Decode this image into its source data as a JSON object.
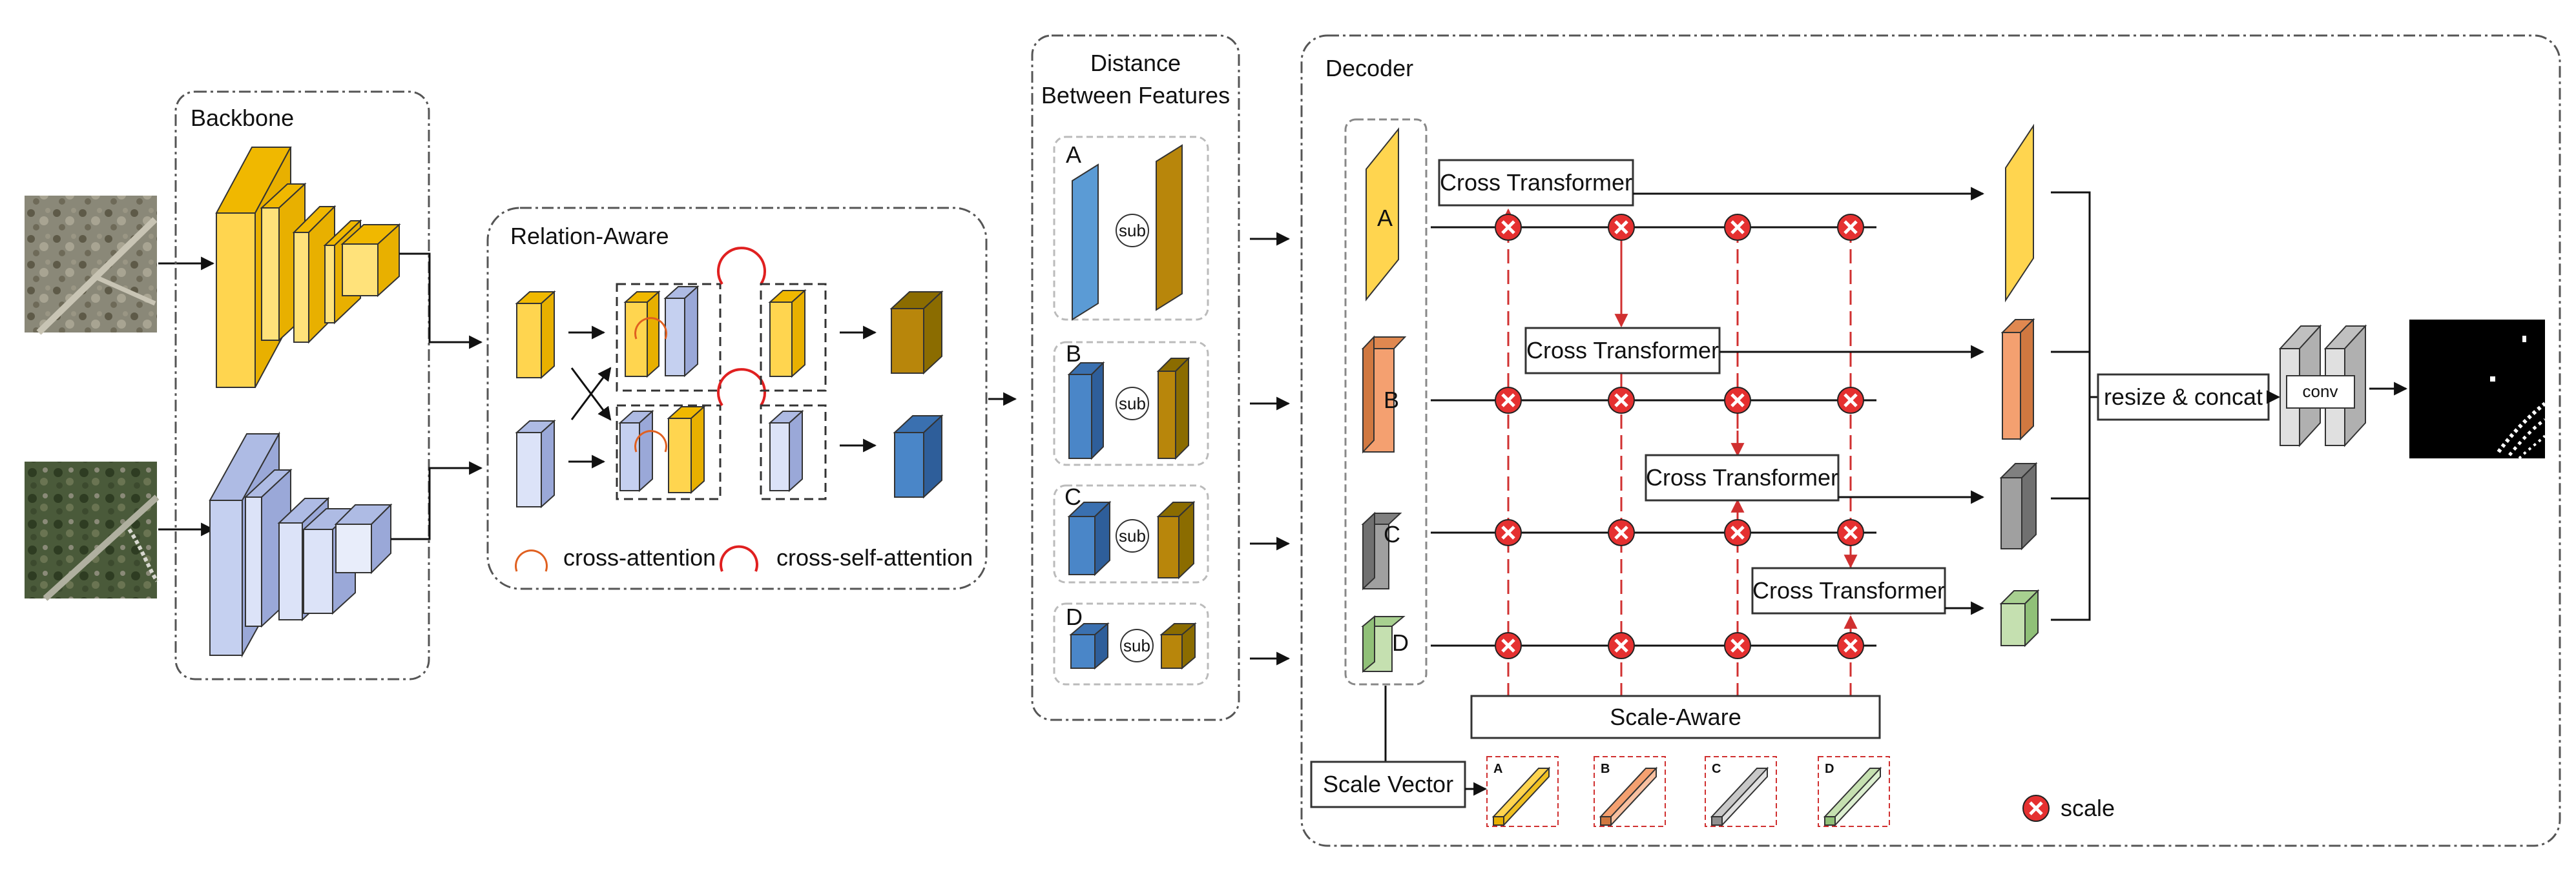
{
  "sections": {
    "backbone": "Backbone",
    "relation_aware": "Relation-Aware",
    "distance_line1": "Distance",
    "distance_line2": "Between Features",
    "decoder": "Decoder"
  },
  "legend": {
    "cross_attention": "cross-attention",
    "cross_self_attention": "cross-self-attention",
    "scale": "scale"
  },
  "distance_blocks": [
    {
      "letter": "A",
      "op": "sub"
    },
    {
      "letter": "B",
      "op": "sub"
    },
    {
      "letter": "C",
      "op": "sub"
    },
    {
      "letter": "D",
      "op": "sub"
    }
  ],
  "decoder": {
    "feature_letters": [
      "A",
      "B",
      "C",
      "D"
    ],
    "cross_transformer": "Cross Transformer",
    "scale_aware": "Scale-Aware",
    "scale_vector": "Scale Vector",
    "vector_letters": [
      "A",
      "B",
      "C",
      "D"
    ],
    "resize_concat": "resize & concat",
    "conv": "conv"
  },
  "colors": {
    "yellow": "#FFD54F",
    "yellow_dark": "#B8860B",
    "lavender": "#B8C4E8",
    "blue": "#4A86C8",
    "orange": "#F4A070",
    "gray": "#A0A0A0",
    "green": "#C5E0B0",
    "red": "#E53030",
    "dash_red": "#D03030"
  }
}
